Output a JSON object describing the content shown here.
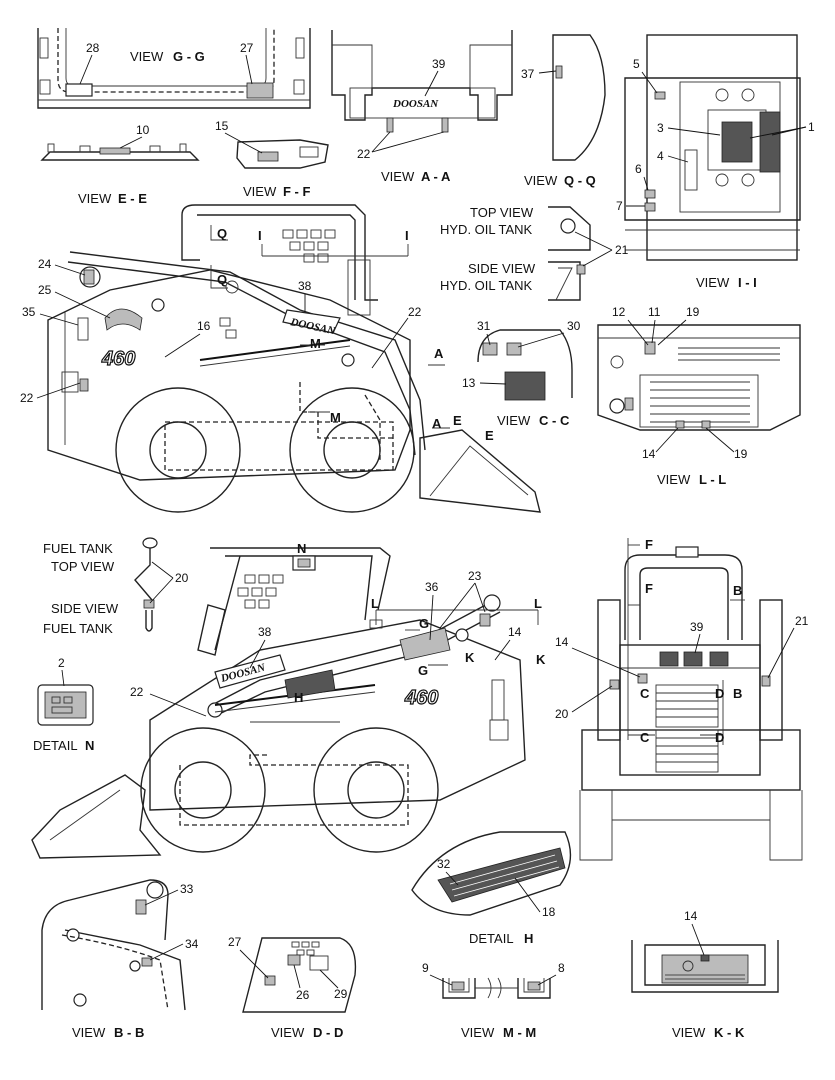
{
  "views": {
    "gg": {
      "prefix": "VIEW",
      "letter": "G - G"
    },
    "aa": {
      "prefix": "VIEW",
      "letter": "A - A"
    },
    "qq": {
      "prefix": "VIEW",
      "letter": "Q - Q"
    },
    "ii": {
      "prefix": "VIEW",
      "letter": "I - I"
    },
    "ee": {
      "prefix": "VIEW",
      "letter": "E - E"
    },
    "ff": {
      "prefix": "VIEW",
      "letter": "F - F"
    },
    "cc": {
      "prefix": "VIEW",
      "letter": "C - C"
    },
    "ll": {
      "prefix": "VIEW",
      "letter": "L - L"
    },
    "bb": {
      "prefix": "VIEW",
      "letter": "B - B"
    },
    "dd": {
      "prefix": "VIEW",
      "letter": "D - D"
    },
    "mm": {
      "prefix": "VIEW",
      "letter": "M - M"
    },
    "kk": {
      "prefix": "VIEW",
      "letter": "K - K"
    }
  },
  "details": {
    "n": {
      "prefix": "DETAIL",
      "letter": "N"
    },
    "h": {
      "prefix": "DETAIL",
      "letter": "H"
    }
  },
  "notes": {
    "top_view": "TOP VIEW",
    "hyd_oil_tank": "HYD. OIL TANK",
    "side_view": "SIDE VIEW",
    "fuel_tank": "FUEL TANK"
  },
  "brand": "DOOSAN",
  "model": "460",
  "section_letters": {
    "q": "Q",
    "i": "I",
    "m": "M",
    "a": "A",
    "e": "E",
    "n": "N",
    "l": "L",
    "g": "G",
    "k": "K",
    "h": "H",
    "f": "F",
    "b": "B",
    "c": "C",
    "d": "D"
  },
  "callouts": {
    "c1": "1",
    "c2": "2",
    "c3": "3",
    "c4": "4",
    "c5": "5",
    "c6": "6",
    "c7": "7",
    "c8": "8",
    "c9": "9",
    "c10": "10",
    "c11": "11",
    "c12": "12",
    "c13": "13",
    "c14": "14",
    "c15": "15",
    "c16": "16",
    "c18": "18",
    "c19": "19",
    "c20": "20",
    "c21": "21",
    "c22": "22",
    "c23": "23",
    "c24": "24",
    "c25": "25",
    "c26": "26",
    "c27": "27",
    "c28": "28",
    "c29": "29",
    "c30": "30",
    "c31": "31",
    "c32": "32",
    "c33": "33",
    "c34": "34",
    "c35": "35",
    "c36": "36",
    "c37": "37",
    "c38": "38",
    "c39": "39"
  }
}
